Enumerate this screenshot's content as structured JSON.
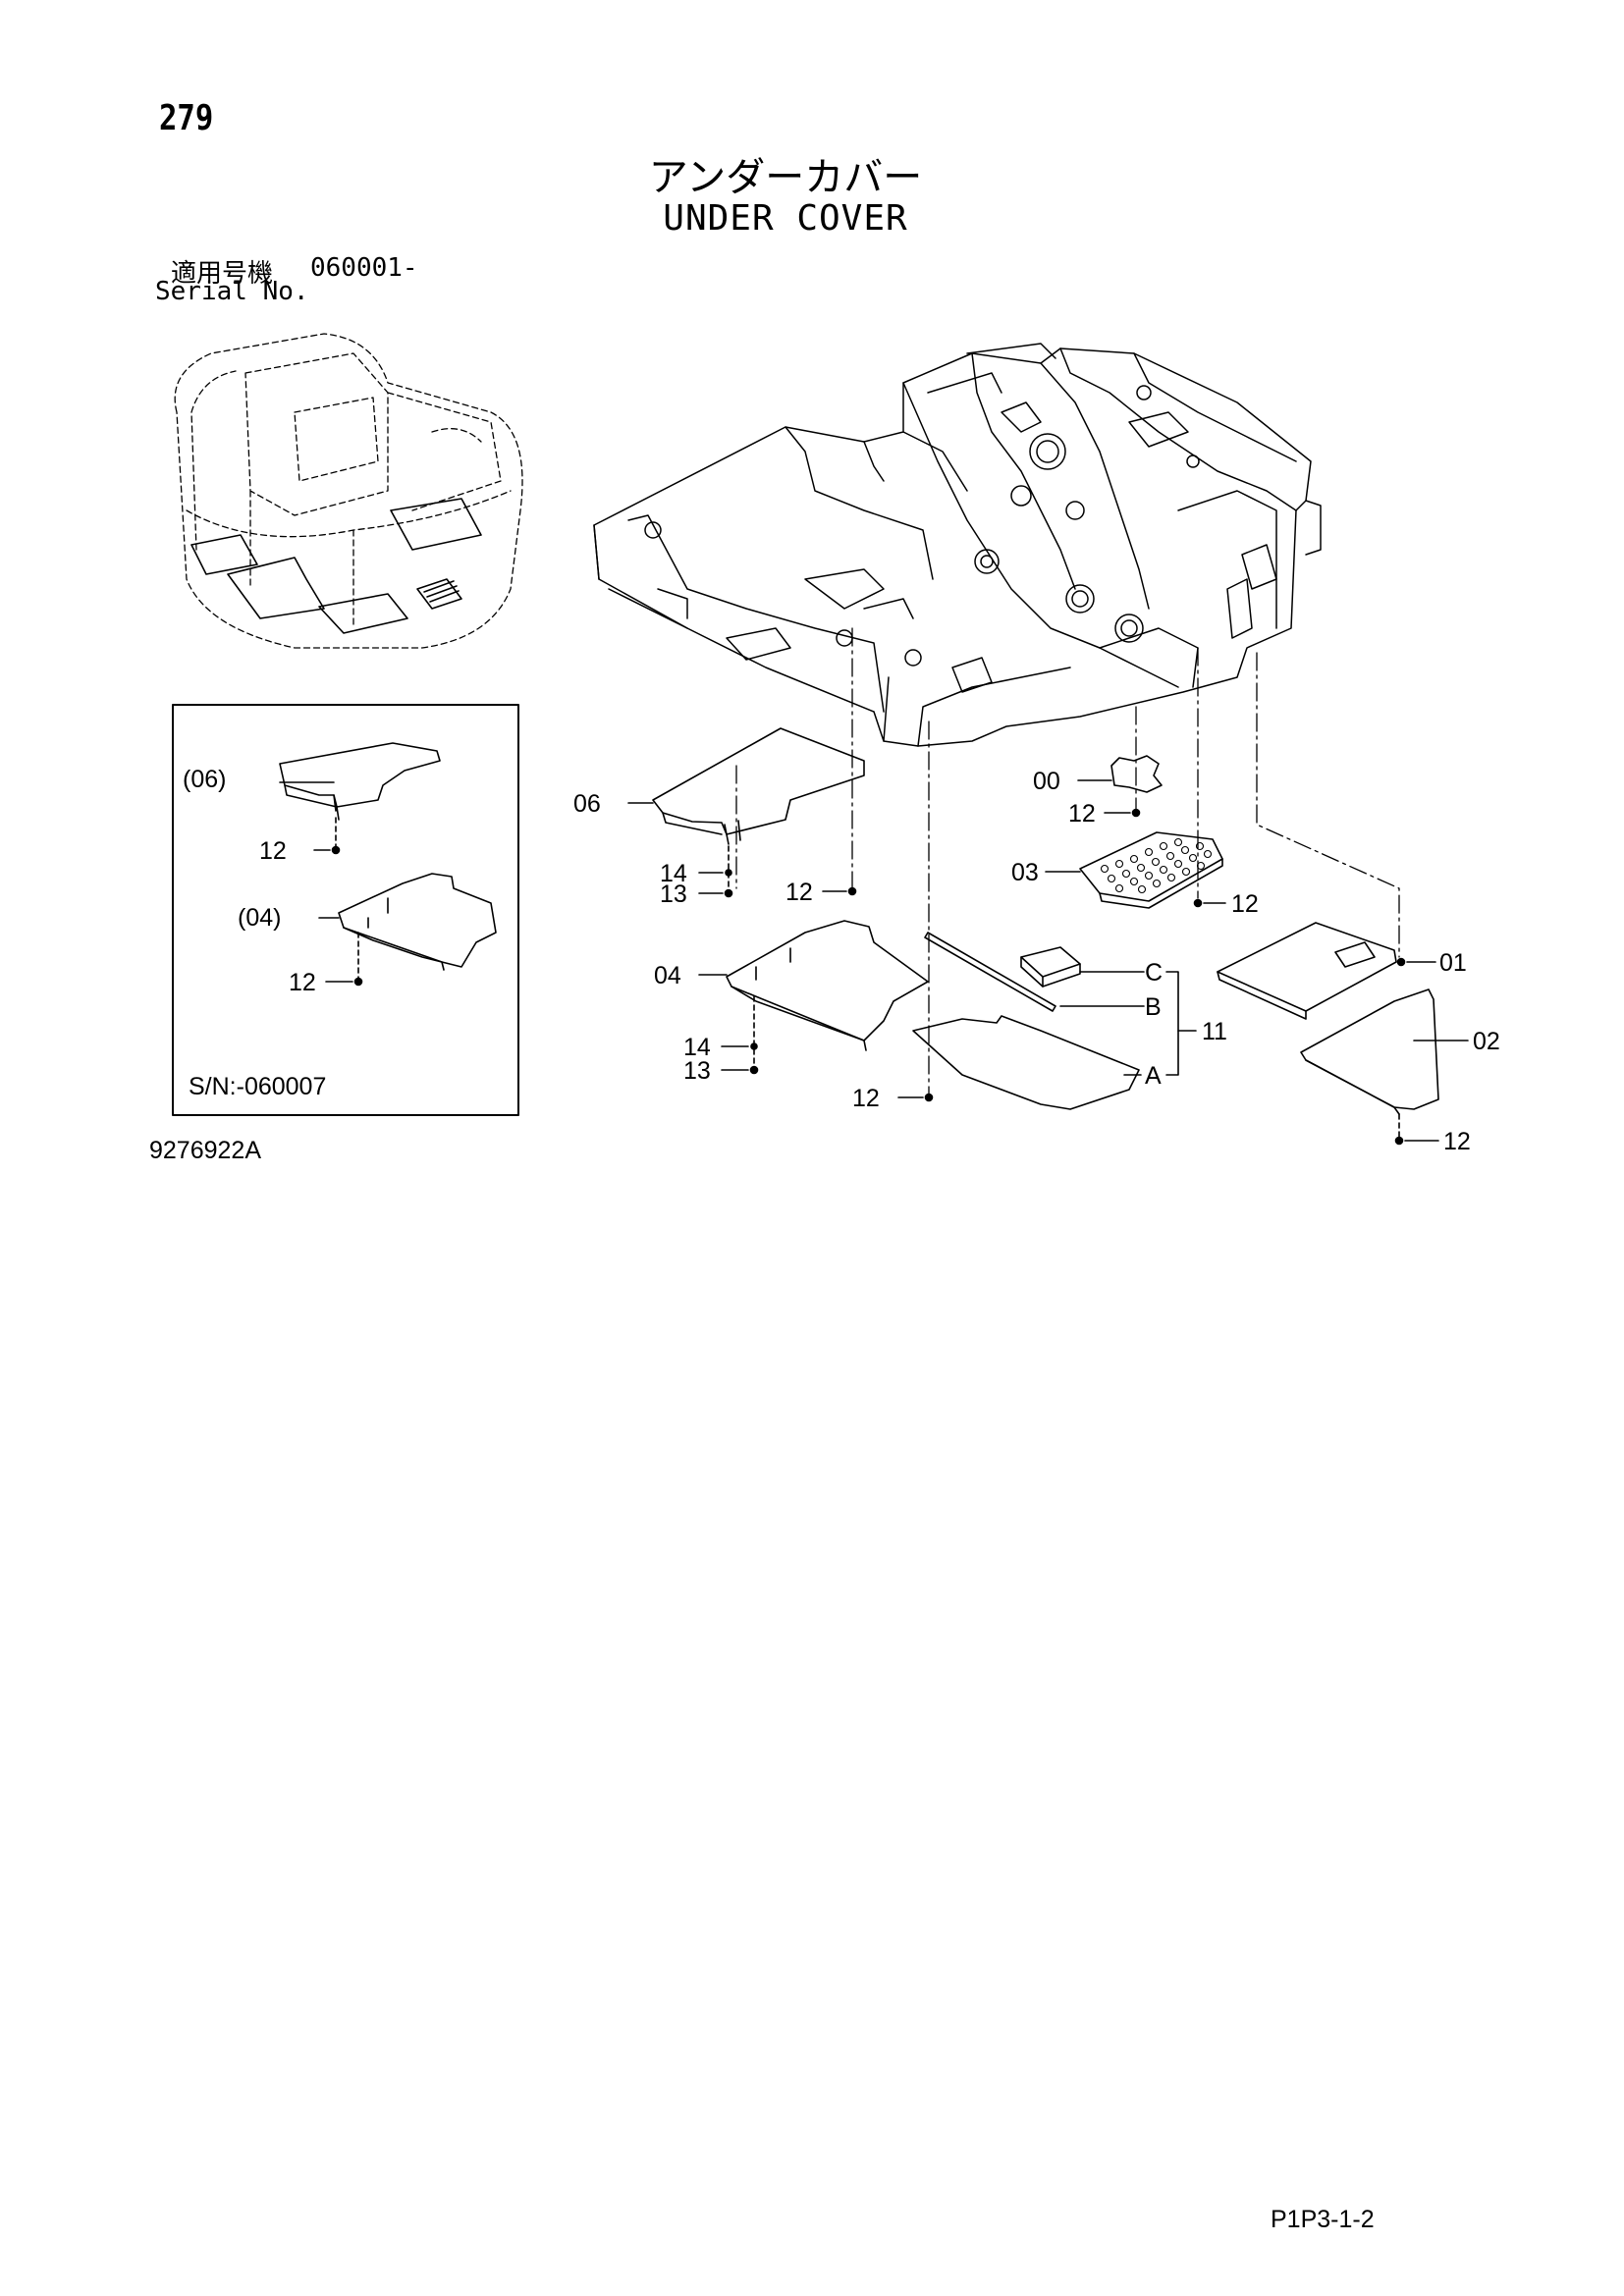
{
  "page_number": "279",
  "title_jp": "アンダーカバー",
  "title_en": "UNDER COVER",
  "serial": {
    "label_jp": "適用号機",
    "value": "060001-",
    "label_en": "Serial No."
  },
  "inset": {
    "serial_range": "S/N:-060007",
    "labels": [
      "(06)",
      "12",
      "(04)",
      "12"
    ]
  },
  "callouts": {
    "c06": "06",
    "c14a": "14",
    "c13a": "13",
    "c12a": "12",
    "c00": "00",
    "c12b": "12",
    "c03": "03",
    "c12c": "12",
    "c04": "04",
    "c14b": "14",
    "c13b": "13",
    "c12d": "12",
    "cC": "C",
    "cB": "B",
    "cA": "A",
    "c11": "11",
    "c01": "01",
    "c02": "02",
    "c12e": "12"
  },
  "drawing_number": "9276922A",
  "sheet_code": "P1P3-1-2"
}
